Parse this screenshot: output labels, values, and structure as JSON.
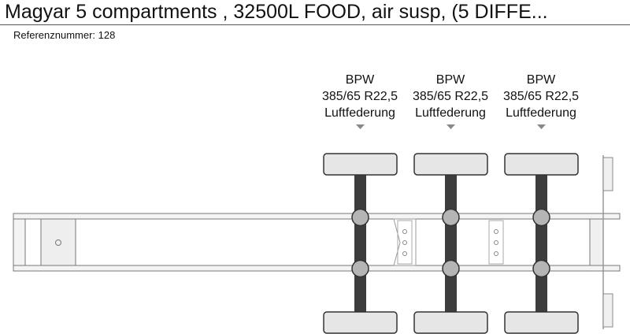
{
  "header": {
    "title": "Magyar 5 compartments , 32500L FOOD, air susp, (5 DIFFE...",
    "reference": "Referenznummer: 128"
  },
  "axles": [
    {
      "brand": "BPW",
      "tire": "385/65 R22,5",
      "suspension": "Luftfederung"
    },
    {
      "brand": "BPW",
      "tire": "385/65 R22,5",
      "suspension": "Luftfederung"
    },
    {
      "brand": "BPW",
      "tire": "385/65 R22,5",
      "suspension": "Luftfederung"
    }
  ],
  "colors": {
    "frame_stroke": "#777777",
    "frame_fill": "#eeeeee",
    "axle": "#3d3d3d",
    "hub": "#b5b5b5",
    "wheel": "#e6e6e6",
    "marker": "#888888"
  }
}
